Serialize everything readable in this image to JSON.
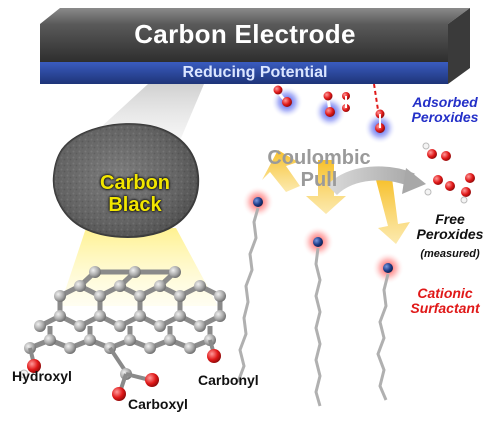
{
  "electrode": {
    "title": "Carbon Electrode",
    "potential": "Reducing Potential"
  },
  "carbon_black": {
    "lines": [
      "Carbon",
      "Black"
    ]
  },
  "coulombic": {
    "lines": [
      "Coulombic",
      "Pull"
    ]
  },
  "adsorbed": {
    "lines": [
      "Adsorbed",
      "Peroxides"
    ]
  },
  "free": {
    "lines": [
      "Free",
      "Peroxides"
    ],
    "note": "(measured)"
  },
  "surfactant": {
    "lines": [
      "Cationic",
      "Surfactant"
    ]
  },
  "groups": {
    "hydroxyl": "Hydroxyl",
    "carboxyl": "Carboxyl",
    "carbonyl": "Carbonyl"
  },
  "colors": {
    "electrode_face": "#4a4a4a",
    "electrode_bottom": "#2b4aa0",
    "oxygen": "#e01818",
    "glow_blue": "#1a2ee0",
    "glow_red": "#ff3a3a",
    "nitrogen": "#1e3d8a",
    "carbon_atom": "#a8a8a8",
    "arrow_yellow": "#f2c23a",
    "arrow_gray": "#bdbdbd"
  }
}
